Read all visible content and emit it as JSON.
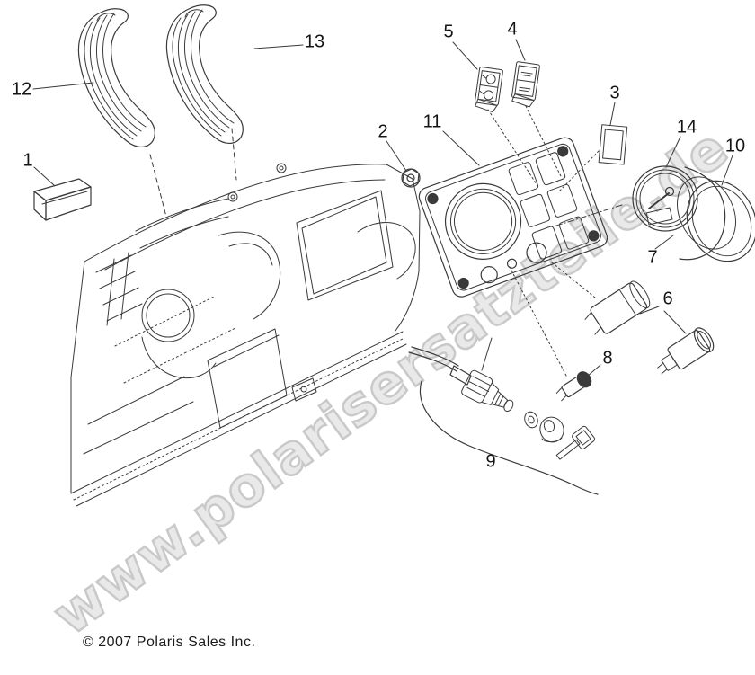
{
  "watermark": {
    "text": "www.polarisersatzteile.de"
  },
  "footer": {
    "copyright": "© 2007 Polaris Sales Inc."
  },
  "callouts": {
    "c1": "1",
    "c2": "2",
    "c3": "3",
    "c4": "4",
    "c5": "5",
    "c6": "6",
    "c7": "7",
    "c8": "8",
    "c9": "9",
    "c10": "10",
    "c11": "11",
    "c12": "12",
    "c13": "13",
    "c14": "14"
  },
  "parts": {
    "p1": "blank-plug",
    "p2": "hex-nut",
    "p3": "blank-switch-plate",
    "p4": "rocker-switch-awd",
    "p5": "rocker-switch-lights",
    "p6": "lighter-sleeve-and-socket",
    "p7": "gauge-body",
    "p8": "indicator-bulb",
    "p9": "ignition-switch-assembly",
    "p10": "gauge-trim-ring",
    "p11": "instrument-panel-bezel",
    "p12": "vent-duct-left",
    "p13": "vent-duct-right",
    "p14": "fuel-gauge"
  },
  "colors": {
    "line": "#3a3a3a",
    "background": "#ffffff",
    "watermark_fill": "#e9e9e9",
    "watermark_outline": "#c9c9c9",
    "text": "#1a1a1a"
  }
}
